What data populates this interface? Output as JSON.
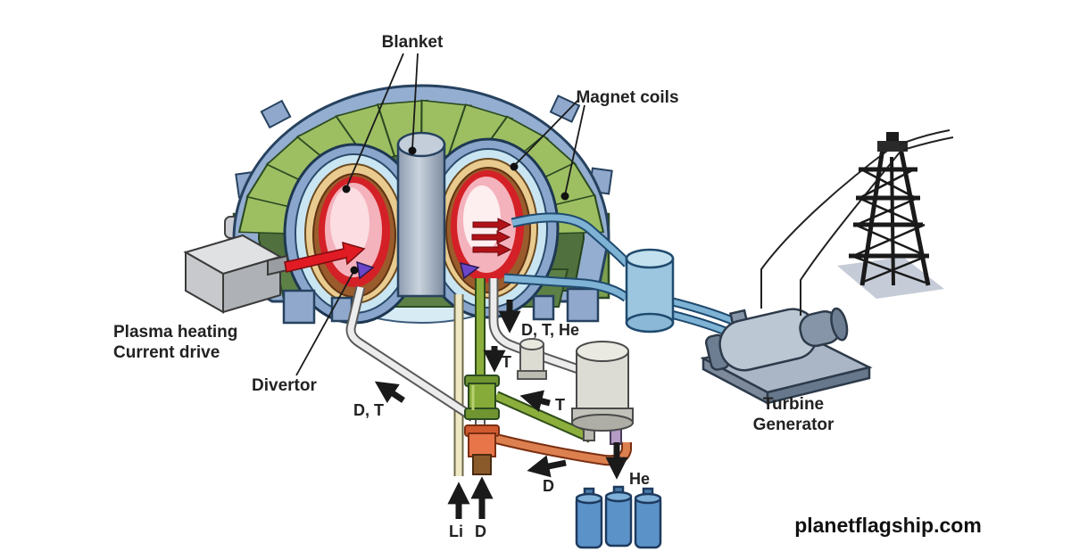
{
  "labels": {
    "blanket": "Blanket",
    "magnet_coils": "Magnet coils",
    "plasma_heating_line1": "Plasma heating",
    "plasma_heating_line2": "Current drive",
    "divertor": "Divertor",
    "turbine_line1": "Turbine",
    "turbine_line2": "Generator"
  },
  "flows": {
    "dt_recycle": "D, T",
    "exhaust": "D, T, He",
    "t_down": "T",
    "t_return": "T",
    "d_return": "D",
    "he_out": "He",
    "li_in": "Li",
    "d_in": "D"
  },
  "watermark": "planetflagship.com",
  "palette": {
    "dome_blue": "#93aed0",
    "coil_green": "#9dbf62",
    "structure_green": "#50713d",
    "plasma_pink": "#f4b2bc",
    "first_wall_red": "#d42027",
    "blanket_tan": "#e9cb90",
    "vessel_brown": "#9a5c2c",
    "coolant_blue": "#7fb3d5",
    "fuel_green": "#8cae3c",
    "fuel_orange": "#e8744a",
    "lithium_cream": "#efe8c4",
    "helium_bottle_blue": "#5b93c8",
    "divertor_purple": "#6b46c8",
    "heating_arrow_red": "#e01b24",
    "label_dark": "#222222"
  }
}
